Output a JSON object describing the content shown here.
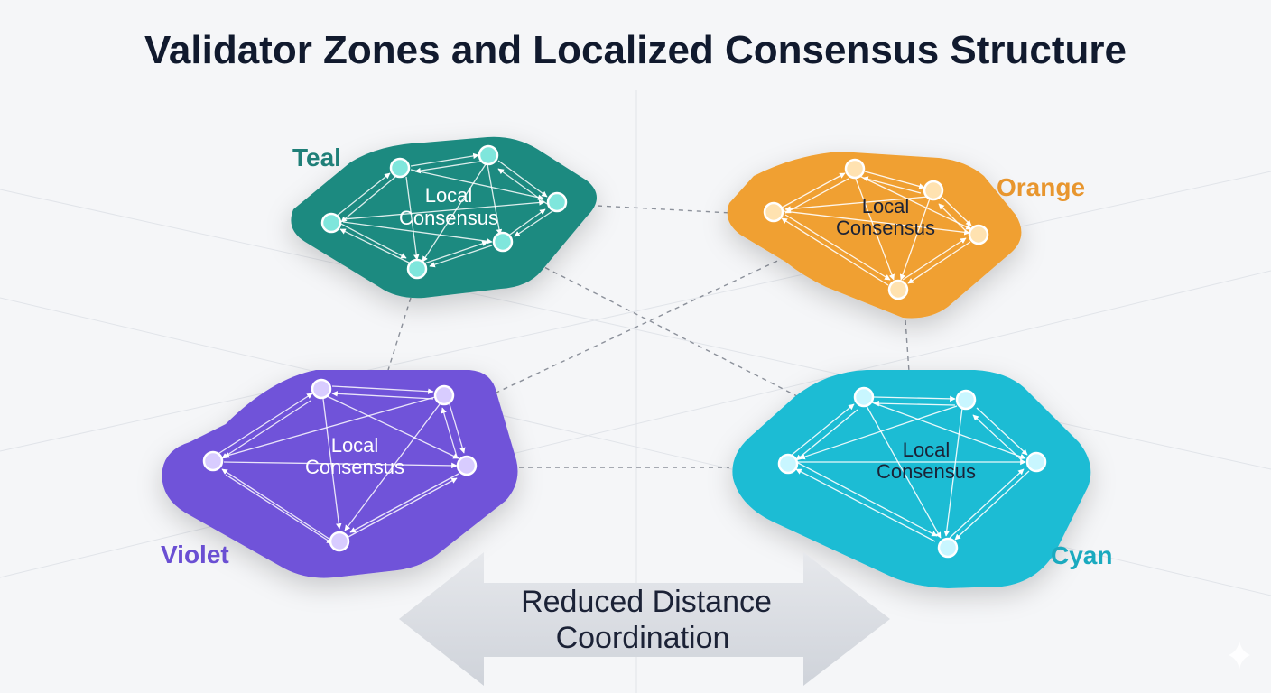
{
  "title": "Validator Zones and Localized Consensus Structure",
  "zones": [
    {
      "id": "teal",
      "label": "Teal",
      "color": "#1e8a80",
      "label_color": "#1f7f78",
      "node_color": "#7fe6dc",
      "consensus_line1": "Local",
      "consensus_line2": "Consensus"
    },
    {
      "id": "orange",
      "label": "Orange",
      "color": "#f0a030",
      "label_color": "#e8962e",
      "node_color": "#ffe2b0",
      "consensus_line1": "Local",
      "consensus_line2": "Consensus"
    },
    {
      "id": "violet",
      "label": "Violet",
      "color": "#6f52d9",
      "label_color": "#6a4fd3",
      "node_color": "#d8ccff",
      "consensus_line1": "Local",
      "consensus_line2": "Consensus"
    },
    {
      "id": "cyan",
      "label": "Cyan",
      "color": "#1cbcd4",
      "label_color": "#1aaabf",
      "node_color": "#c8f6ff",
      "consensus_line1": "Local",
      "consensus_line2": "Consensus"
    }
  ],
  "arrow": {
    "line1": "Reduced Distance",
    "line2": "Coordination",
    "direction": "bidirectional"
  }
}
